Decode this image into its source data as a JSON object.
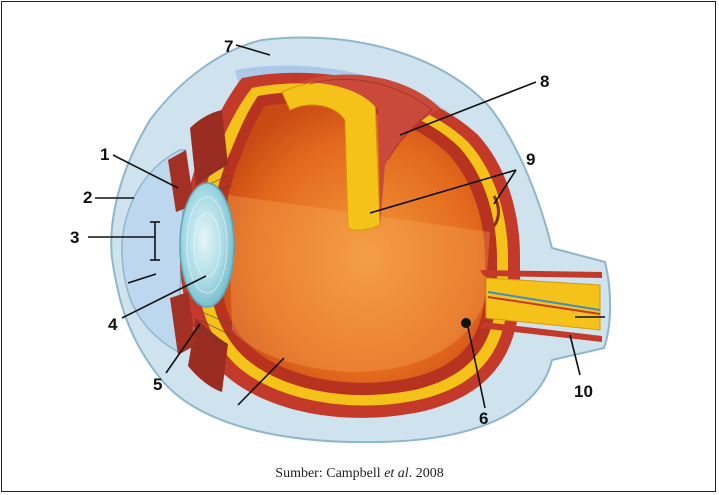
{
  "labels": {
    "l1": "1",
    "l2": "2",
    "l3": "3",
    "l4": "4",
    "l5": "5",
    "l6": "6",
    "l7": "7",
    "l8": "8",
    "l9": "9",
    "l10": "10"
  },
  "caption": {
    "prefix": "Sumber: Campbell ",
    "etal": "et al",
    "suffix": ". 2008"
  },
  "colors": {
    "sclera_outer": "#c9e0ec",
    "sclera_edge": "#8fb6cc",
    "choroid": "#c43a2a",
    "retina_yellow": "#f5c21a",
    "vitreous": "#e8731e",
    "lens": "#a9dbe6",
    "cornea_fill": "#bcd7ee",
    "nerve_vessel_blue": "#3f8fc0"
  }
}
